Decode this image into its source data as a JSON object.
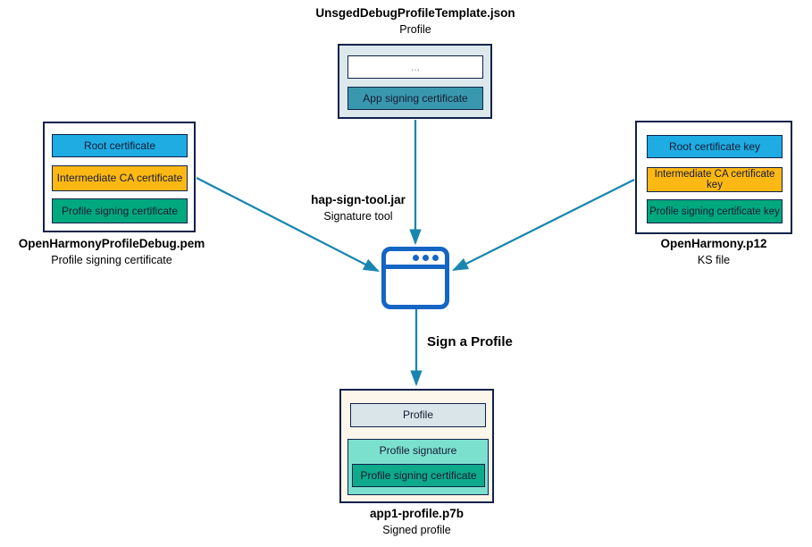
{
  "diagram": {
    "template_group": {
      "filename": "UnsgedDebugProfileTemplate.json",
      "description": "Profile",
      "ellipsis": "...",
      "cert_label": "App signing certificate"
    },
    "cert_group": {
      "items": [
        "Root certificate",
        "Intermediate CA certificate",
        "Profile signing certificate"
      ],
      "filename": "OpenHarmonyProfileDebug.pem",
      "description": "Profile signing certificate"
    },
    "keystore_group": {
      "items": [
        "Root certificate key",
        "Intermediate CA certificate key",
        "Profile signing certificate key"
      ],
      "filename": "OpenHarmony.p12",
      "description": "KS file"
    },
    "tool": {
      "filename": "hap-sign-tool.jar",
      "description": "Signature tool",
      "icon": "browser-window-icon"
    },
    "action_label": "Sign a Profile",
    "output_group": {
      "profile_label": "Profile",
      "signature_label": "Profile signature",
      "cert_label": "Profile signing certificate",
      "filename": "app1-profile.p7b",
      "description": "Signed profile"
    },
    "colors": {
      "cyan": "#1EACE2",
      "orange": "#FDB813",
      "teal_green": "#00A87E",
      "steel_teal": "#3A98AE",
      "mint": "#7CE0CF",
      "dark_teal": "#0FA98C",
      "template_bg": "#DCE8EC",
      "output_bg": "#FDF7EB",
      "profile_chip_bg": "#D9E5E9",
      "border_navy": "#10224A",
      "arrow_blue": "#1886AF",
      "icon_blue": "#1565C4"
    }
  }
}
